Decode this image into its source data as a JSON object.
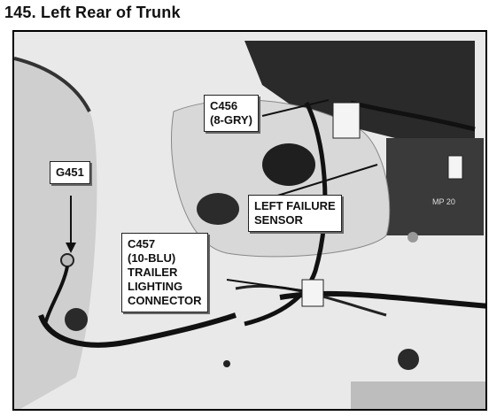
{
  "title": "145. Left Rear of Trunk",
  "photo_text": "MP 20",
  "callouts": {
    "g451": "G451",
    "c456": "C456\n(8-GRY)",
    "left_failure_sensor": "LEFT FAILURE\nSENSOR",
    "c457": "C457\n(10-BLU)\nTRAILER\nLIGHTING\nCONNECTOR"
  }
}
